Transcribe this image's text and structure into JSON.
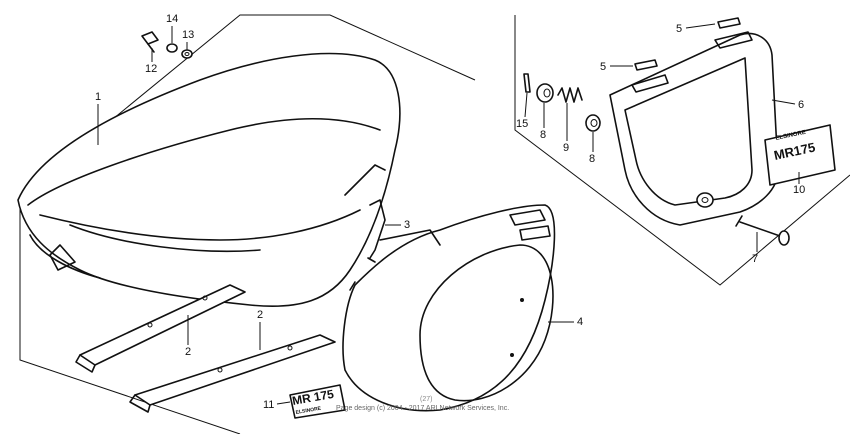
{
  "callouts": {
    "c1": "1",
    "c2a": "2",
    "c2b": "2",
    "c3": "3",
    "c4": "4",
    "c5a": "5",
    "c5b": "5",
    "c6": "6",
    "c7": "7",
    "c8a": "8",
    "c8b": "8",
    "c9": "9",
    "c10": "10",
    "c11": "11",
    "c12": "12",
    "c13": "13",
    "c14": "14",
    "c15": "15"
  },
  "emblems": {
    "mr175_left": "MR 175",
    "mr175_right": "MR175",
    "badge_word": "ELSINORE"
  },
  "footer": {
    "copyright": "Page design (c) 2004 - 2017 ARI Network Services, Inc.",
    "year_mark": "(27)"
  }
}
